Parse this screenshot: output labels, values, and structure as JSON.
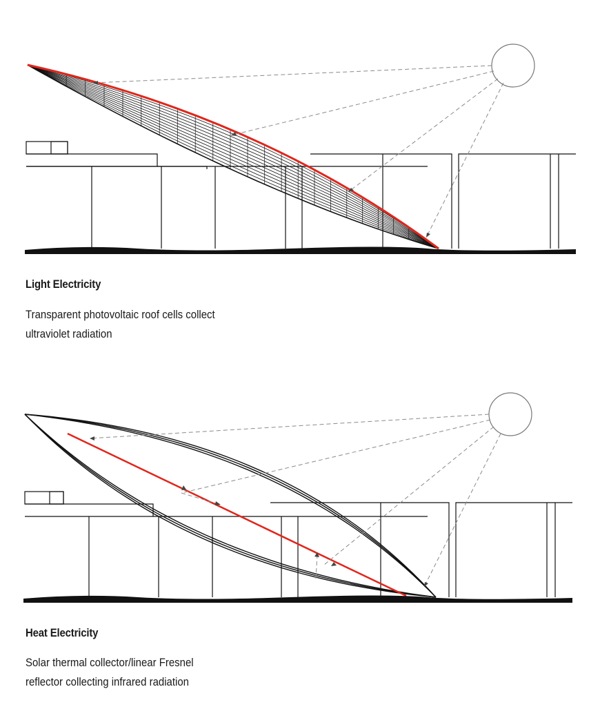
{
  "panels": [
    {
      "title": "Light Electricity",
      "description_lines": [
        "Transparent photovoltaic roof cells collect",
        "ultraviolet radiation"
      ],
      "collector": "curved-pv-roof",
      "accent_color": "#e0261b"
    },
    {
      "title": "Heat Electricity",
      "description_lines": [
        "Solar thermal collector/linear Fresnel",
        "reflector collecting infrared radiation"
      ],
      "collector": "fresnel-reflector",
      "accent_color": "#e0261b"
    }
  ],
  "colors": {
    "line": "#111111",
    "ray": "#8a8a8a",
    "accent": "#e0261b",
    "background": "#ffffff"
  }
}
